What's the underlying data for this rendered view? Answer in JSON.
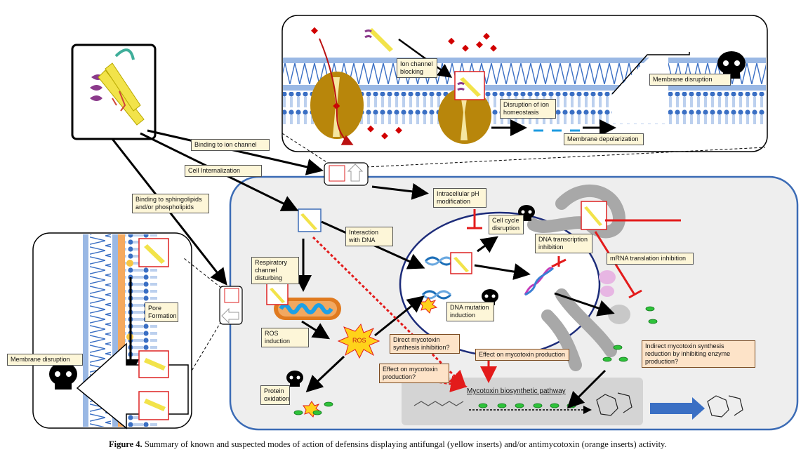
{
  "labels": {
    "binding_ion_channel": "Binding to ion channel",
    "cell_internalization": "Cell Internalization",
    "binding_sphingolipids": "Binding to sphingolipids and/or phospholipids",
    "ion_channel_blocking": "Ion channel blocking",
    "disruption_ion_homeostasis": "Disruption of ion homeostasis",
    "membrane_depolarization": "Membrane depolarization",
    "membrane_disruption_top": "Membrane disruption",
    "intracellular_ph": "Intracellular pH modification",
    "cell_cycle_disruption": "Cell cycle disruption",
    "dna_transcription_inhibition": "DNA transcription inhibition",
    "mrna_translation_inhibition": "mRNA translation inhibition",
    "interaction_with_dna": "Interaction with DNA",
    "respiratory_channel": "Respiratory channel disturbing",
    "ros_induction": "ROS induction",
    "ros": "ROS",
    "dna_mutation_induction": "DNA mutation induction",
    "direct_mycotoxin": "Direct mycotoxin synthesis inhibition?",
    "effect_mycotoxin_1": "Effect on mycotoxin production?",
    "effect_mycotoxin_2": "Effect on mycotoxin production",
    "indirect_mycotoxin": "Indirect mycotoxin synthesis reduction by inhibiting enzyme production?",
    "protein_oxidation": "Protein oxidation",
    "mycotoxin_pathway": "Mycotoxin biosynthetic pathway",
    "pore_formation": "Pore Formation",
    "membrane_disruption_left": "Membrane disruption"
  },
  "caption": {
    "figure_label": "Figure 4.",
    "text": "Summary of known and suspected modes of action of defensins displaying antifungal (yellow inserts) and/or antimycotoxin (orange inserts) activity."
  },
  "colors": {
    "label_fill": "#fdf6d8",
    "orange_label_fill": "#fde3c8",
    "cell_border": "#3b6bb5",
    "cell_fill": "#eeeeee",
    "red_arrow": "#e31b1b",
    "blue_arrow": "#3a6fc4",
    "membrane_blue": "#3a6fc4",
    "channel_gold": "#b8860b",
    "ros_yellow": "#ffd21a"
  },
  "icons": [
    "skull-icon",
    "defensin-structure-icon",
    "dna-helix-icon",
    "mitochondrion-icon",
    "ribosome-icon",
    "ros-burst-icon"
  ]
}
